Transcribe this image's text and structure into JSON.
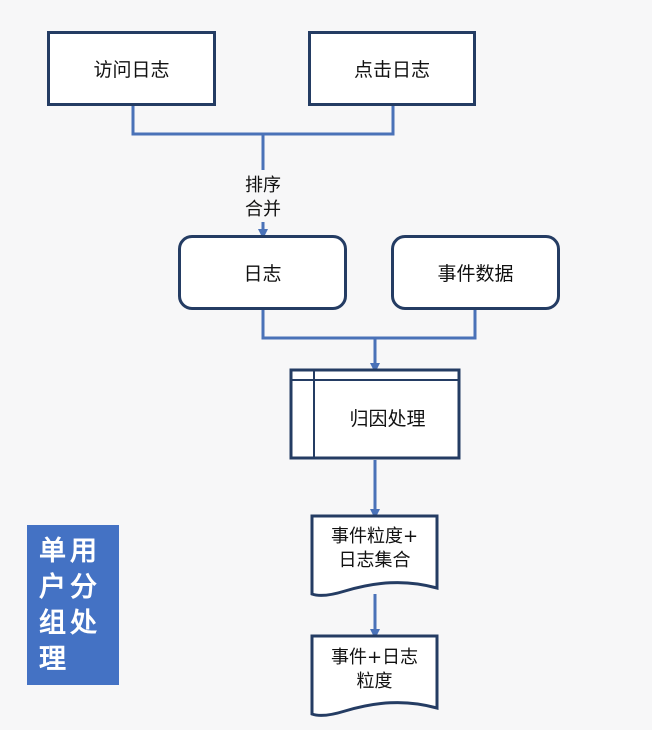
{
  "boxes": {
    "access_log": "访问日志",
    "click_log": "点击日志",
    "log": "日志",
    "event_data": "事件数据",
    "attribution": "归因处理"
  },
  "merge_label": "排序\n合并",
  "documents": {
    "event_granularity_log_set": "事件粒度+\n日志集合",
    "event_log_granularity": "事件+日志\n粒度"
  },
  "side_panel_label": "单用户分组处理",
  "colors": {
    "box_border": "#243c63",
    "connector": "#4a72b8",
    "side_panel_bg": "#4472c4"
  }
}
